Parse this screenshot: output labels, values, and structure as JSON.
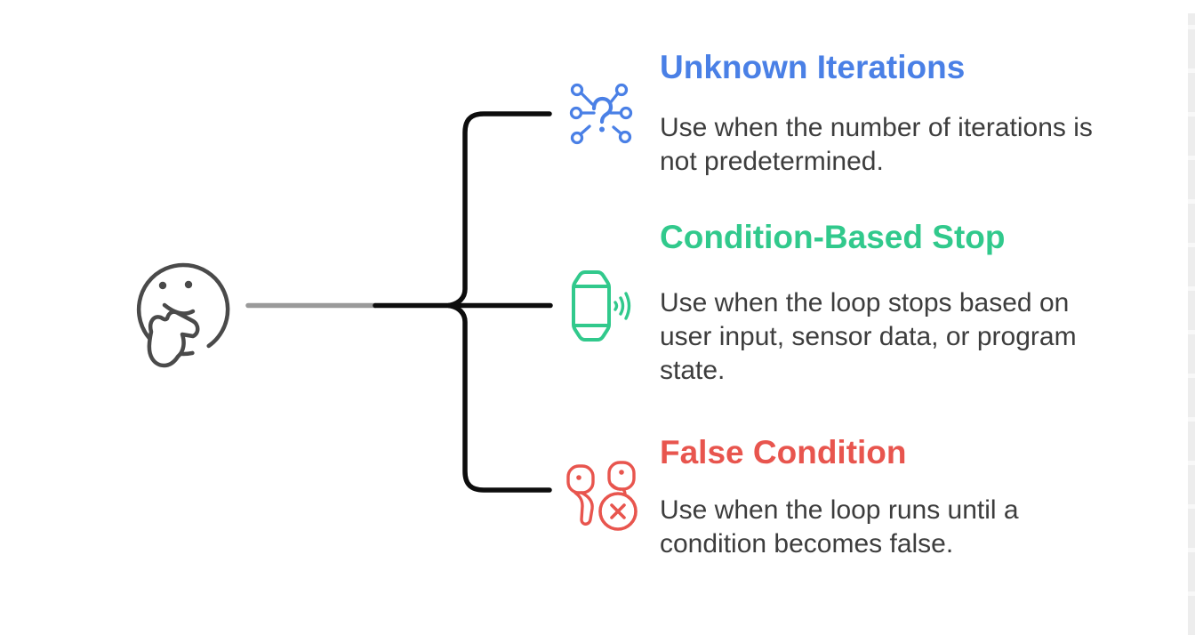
{
  "canvas": {
    "background": "#ffffff"
  },
  "root_node": {
    "icon": "thinking-face-icon",
    "stroke_color": "#4a4a4a"
  },
  "connectors": {
    "root_link_color": "#9a9a9a",
    "branch_line_color": "#0d0d0d"
  },
  "scrollbar": {
    "track_color": "#ededed",
    "gap_color": "#f8f8f8"
  },
  "branches": [
    {
      "title": "Unknown Iterations",
      "color": "#4a80e6",
      "icon": "question-network-icon",
      "description": "Use when the number of iterations is not predetermined.",
      "lines": [
        "Use when the number of iterations is",
        "not predetermined."
      ]
    },
    {
      "title": "Condition-Based Stop",
      "color": "#31c98c",
      "icon": "sensor-signal-icon",
      "description": "Use when the loop stops based on user input, sensor data, or program state.",
      "lines": [
        "Use when the loop stops based on",
        "user input, sensor data, or program",
        "state."
      ]
    },
    {
      "title": "False Condition",
      "color": "#e8554e",
      "icon": "earbuds-cancel-icon",
      "description": "Use when the loop runs until a condition becomes false.",
      "lines": [
        "Use when the loop runs until a",
        "condition becomes false."
      ]
    }
  ],
  "text_color": "#3d3d3d"
}
